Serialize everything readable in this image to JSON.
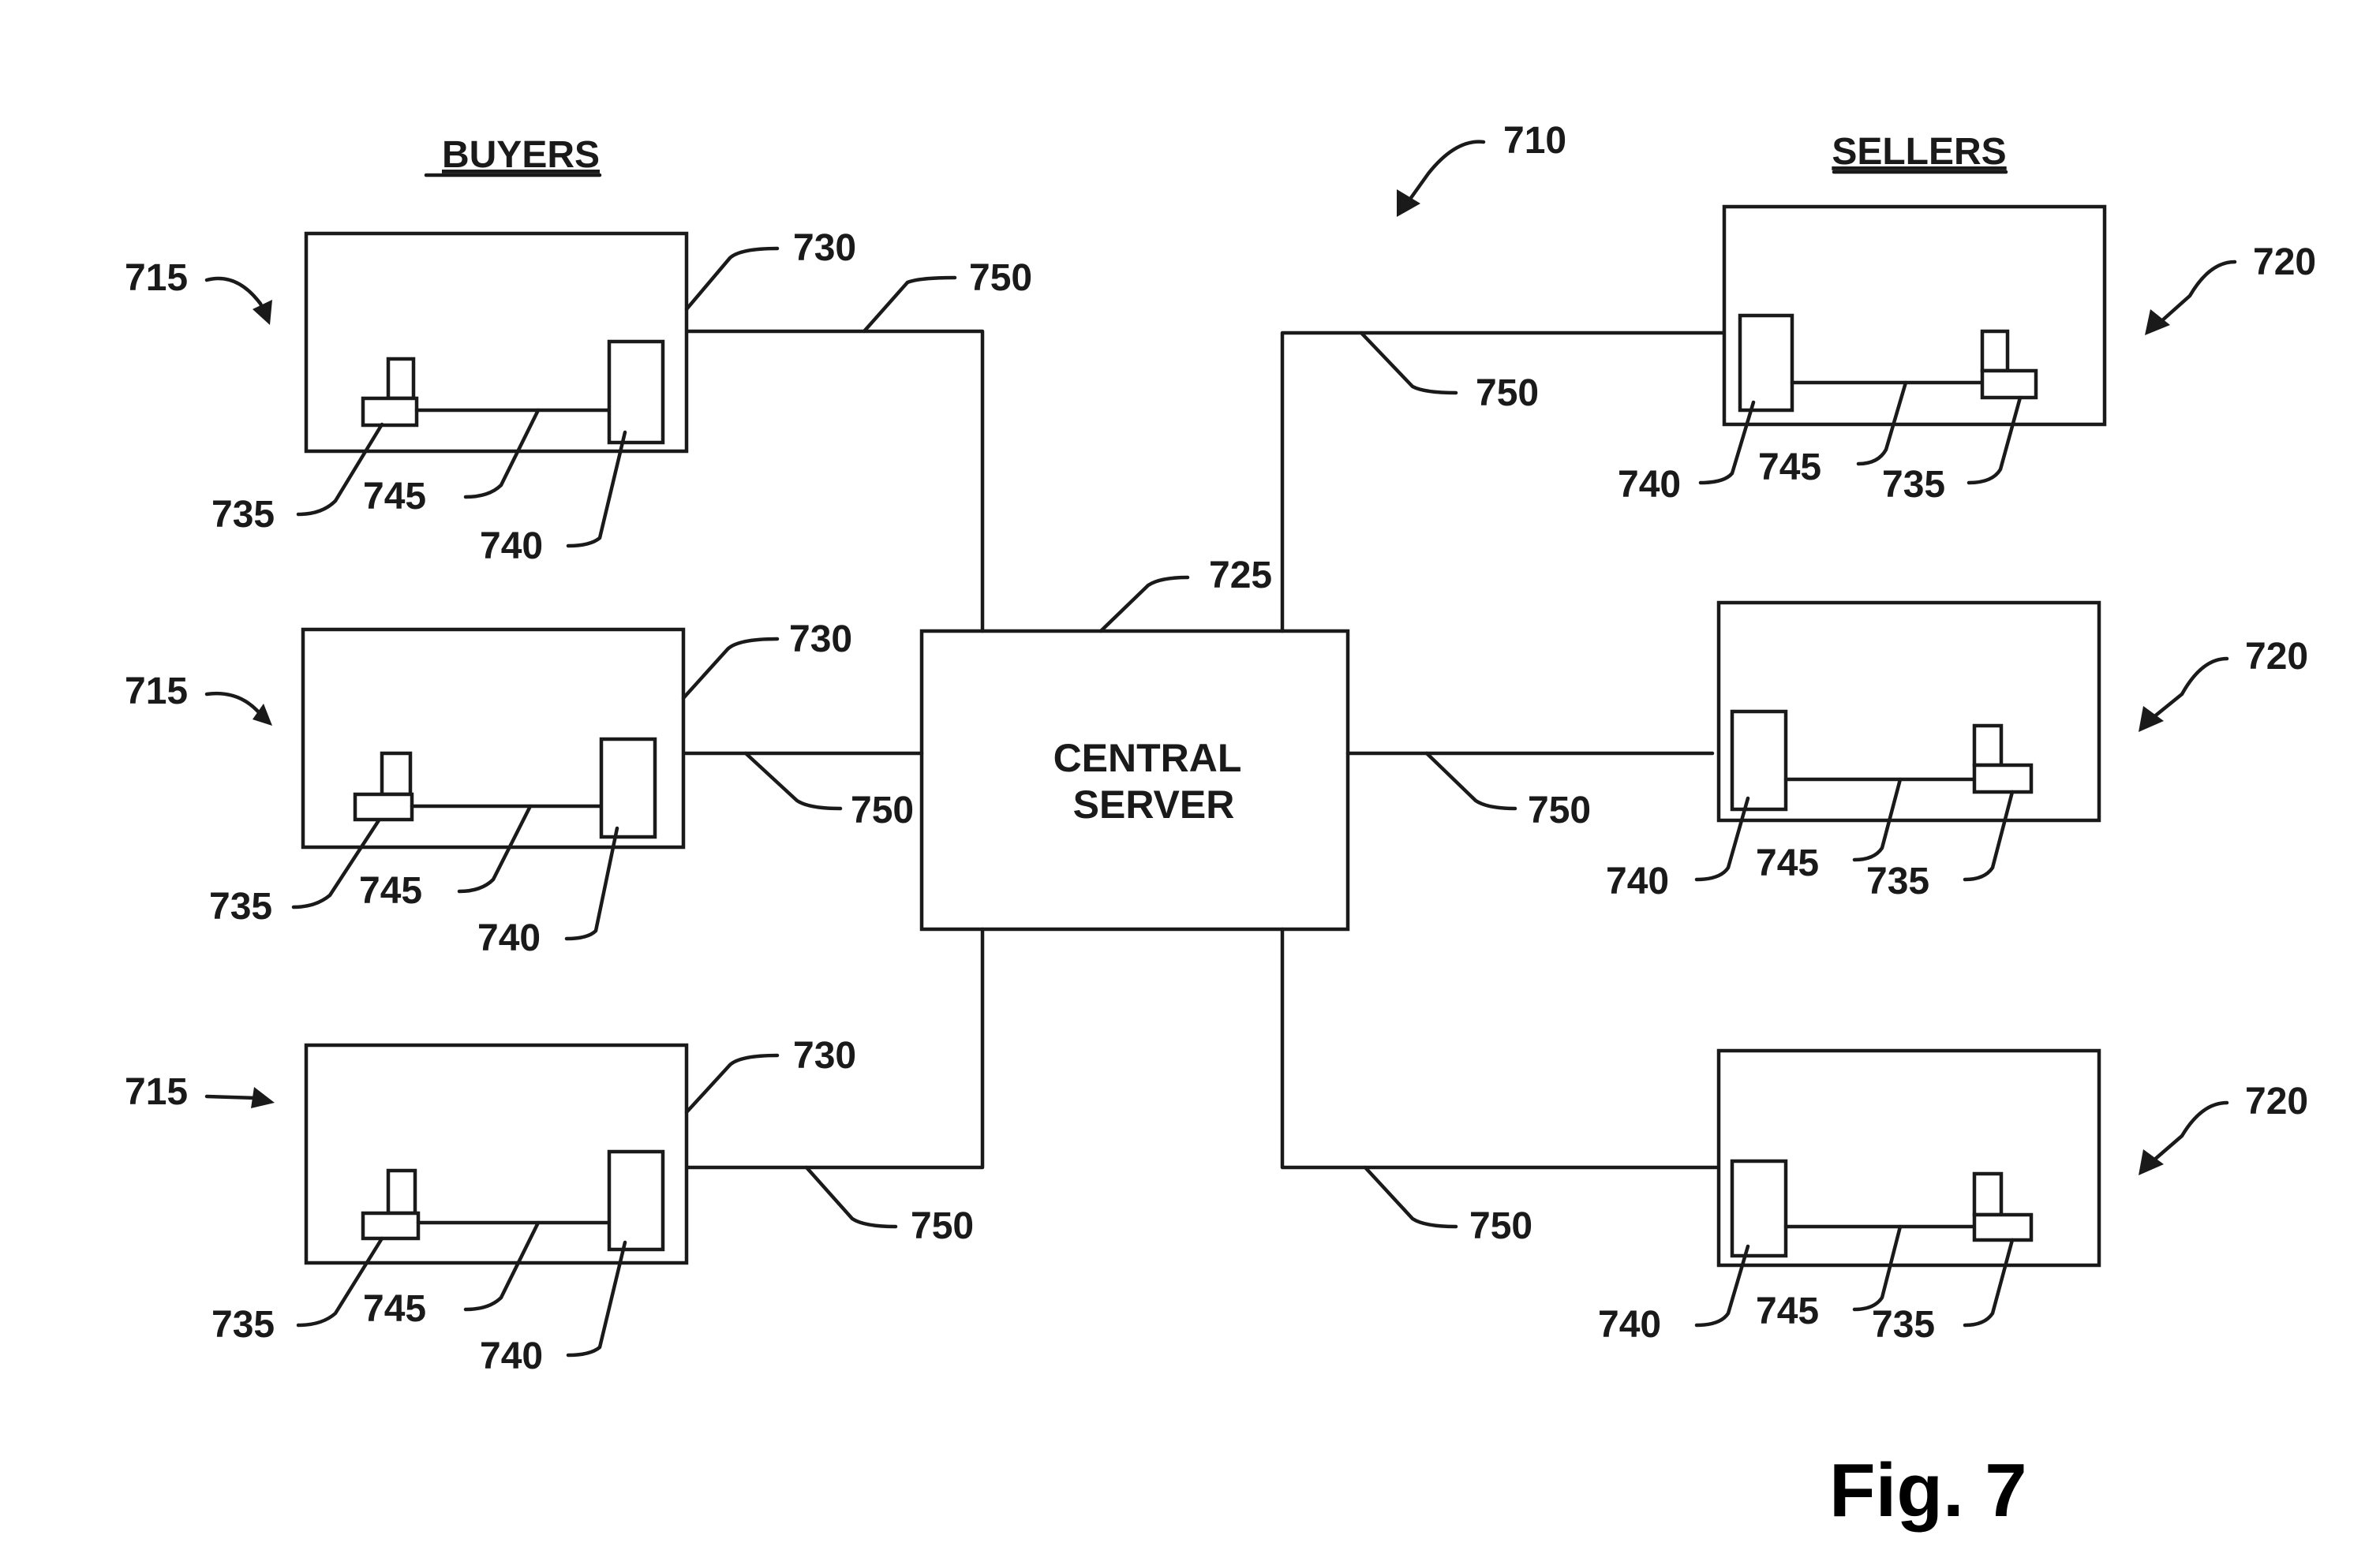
{
  "headers": {
    "buyers": "BUYERS",
    "sellers": "SELLERS"
  },
  "server": {
    "line1": "CENTRAL",
    "line2": "SERVER"
  },
  "refs": {
    "system": "710",
    "buyer": "715",
    "seller": "720",
    "server": "725",
    "terminal": "730",
    "printer": "735",
    "cable": "745",
    "computer": "740",
    "link": "750"
  },
  "figure_label": "Fig. 7"
}
